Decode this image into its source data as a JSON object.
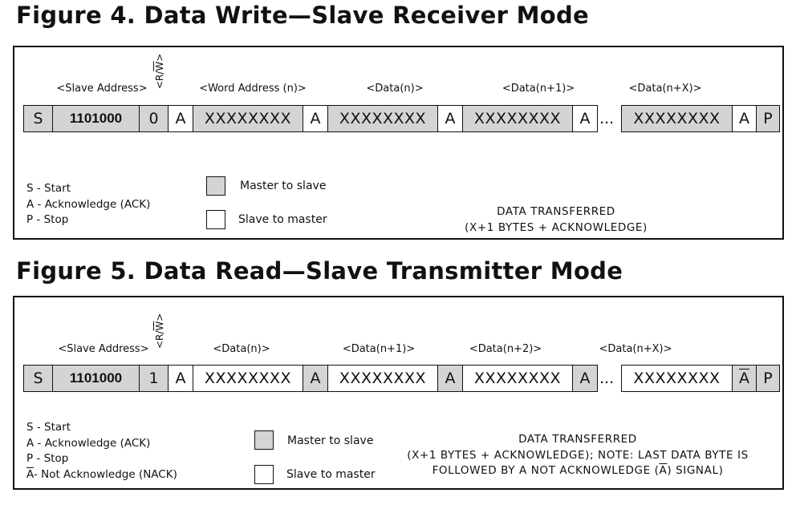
{
  "figure4": {
    "title": "Figure 4. Data Write—Slave Receiver Mode",
    "rw_label": {
      "prefix": "<R/",
      "overline": "W",
      "suffix": ">"
    },
    "labels": [
      "<Slave Address>",
      "<Word Address (n)>",
      "<Data(n)>",
      "<Data(n+1)>",
      "<Data(n+X)>"
    ],
    "cells": [
      "S",
      "1101000",
      "0",
      "A",
      "XXXXXXXX",
      "A",
      "XXXXXXXX",
      "A",
      "XXXXXXXX",
      "A",
      "XXXXXXXX",
      "A",
      "P"
    ],
    "ellipsis": "...",
    "legend": [
      "S - Start",
      "A - Acknowledge (ACK)",
      "P - Stop"
    ],
    "swatches": [
      "Master to slave",
      "Slave to master"
    ],
    "caption": [
      "DATA TRANSFERRED",
      "(X+1 BYTES + ACKNOWLEDGE)"
    ]
  },
  "figure5": {
    "title": "Figure 5. Data Read—Slave Transmitter Mode",
    "rw_label": {
      "prefix": "<R/",
      "overline": "W",
      "suffix": ">"
    },
    "labels": [
      "<Slave Address>",
      "<Data(n)>",
      "<Data(n+1)>",
      "<Data(n+2)>",
      "<Data(n+X)>"
    ],
    "cells": [
      "S",
      "1101000",
      "1",
      "A",
      "XXXXXXXX",
      "A",
      "XXXXXXXX",
      "A",
      "XXXXXXXX",
      "A",
      "XXXXXXXX",
      "A",
      "P"
    ],
    "ellipsis": "...",
    "legend": [
      "S - Start",
      "A - Acknowledge (ACK)",
      "P - Stop",
      "- Not Acknowledge (NACK)"
    ],
    "nack_symbol": "A",
    "swatches": [
      "Master to slave",
      "Slave to master"
    ],
    "caption": [
      "DATA TRANSFERRED",
      "(X+1 BYTES + ACKNOWLEDGE); NOTE: LAST DATA BYTE IS",
      "FOLLOWED BY A NOT ACKNOWLEDGE (",
      "A",
      ") SIGNAL)"
    ]
  }
}
